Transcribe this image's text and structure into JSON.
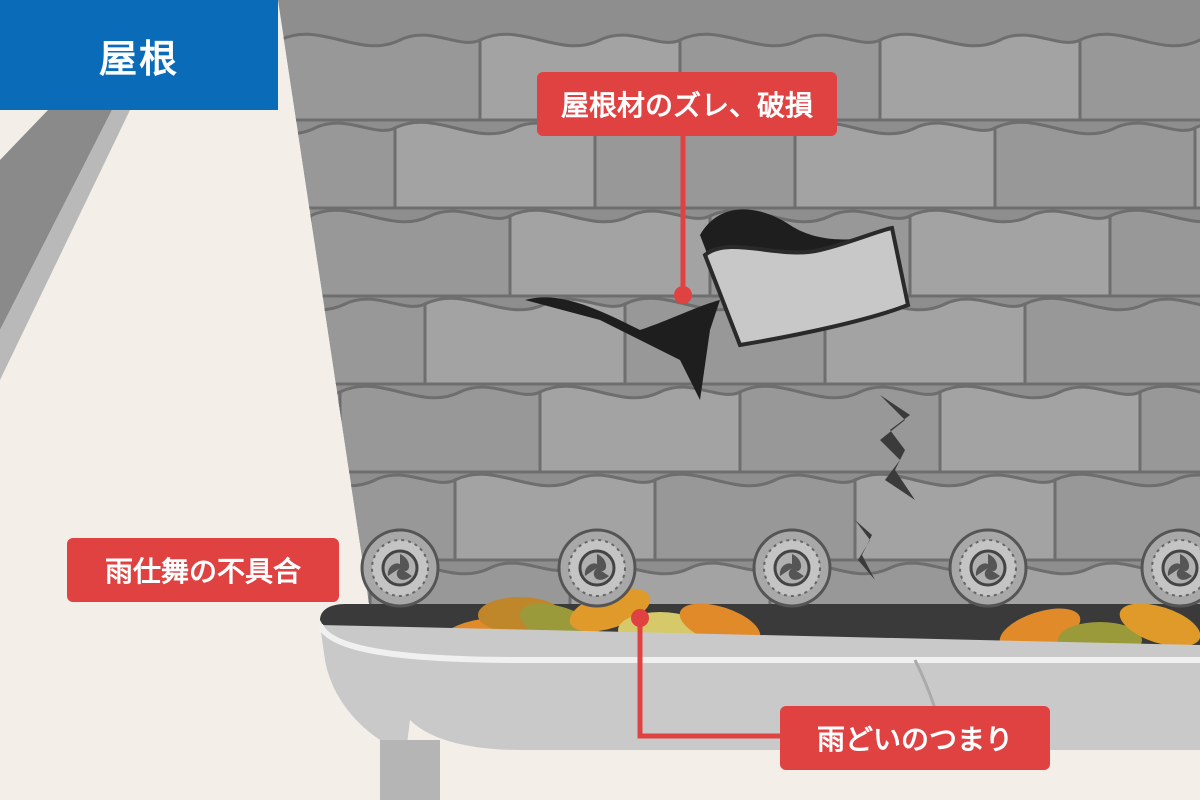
{
  "header": {
    "title": "屋根"
  },
  "callouts": {
    "roof_damage": "屋根材のズレ、破損",
    "eaves": "雨仕舞の不具合",
    "gutter": "雨どいのつまり"
  },
  "colors": {
    "brand_blue": "#0a6bb8",
    "callout_red": "#e04141",
    "tile_gray": "#9a9a9a",
    "background": "#f3efe8"
  },
  "icons": [
    "roof-tile",
    "onigawara-tomoe-crest",
    "fallen-leaf",
    "crack"
  ]
}
